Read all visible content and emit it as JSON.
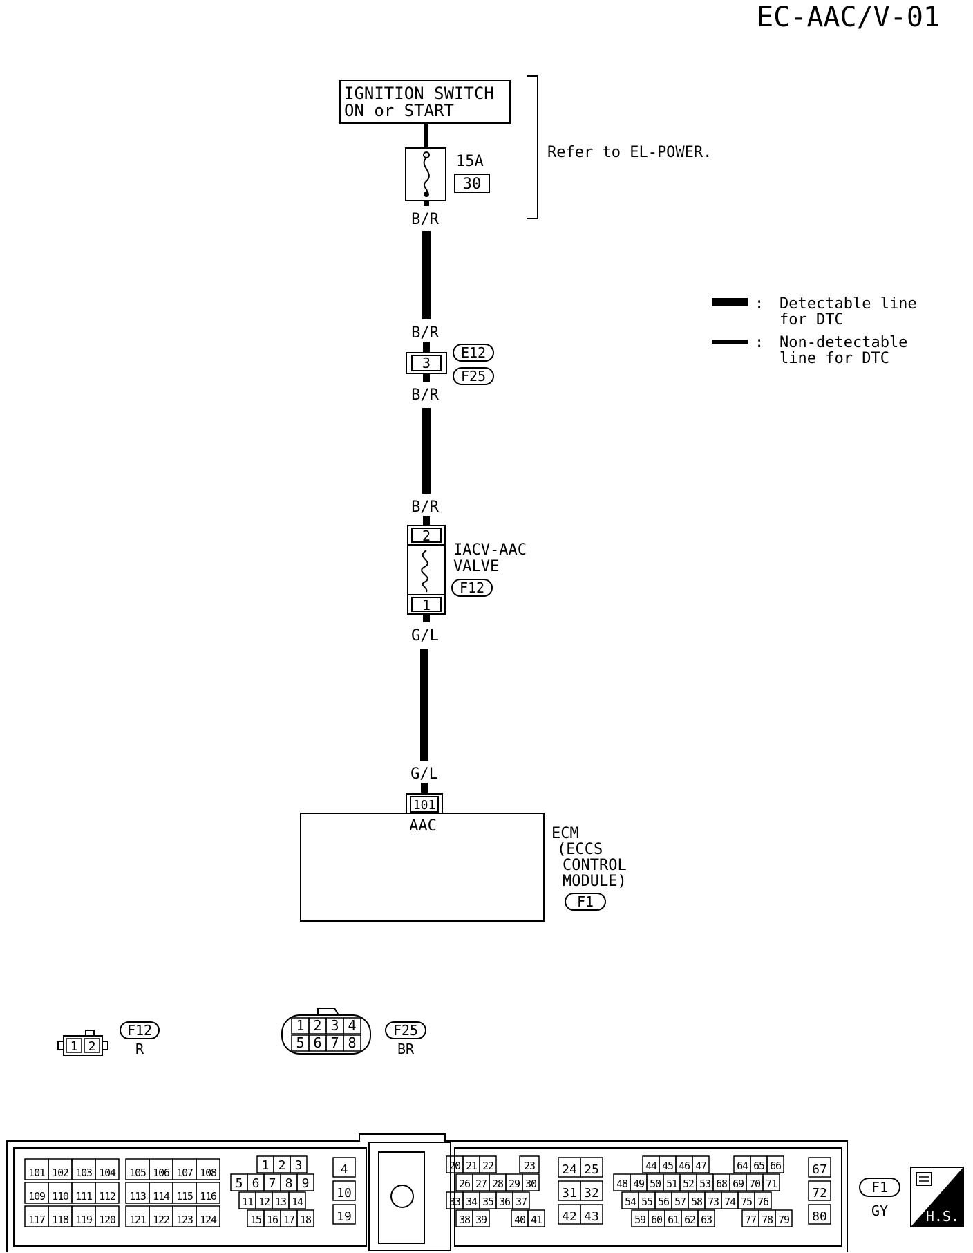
{
  "page_id": "EC-AAC/V-01",
  "ignition_switch": {
    "line1": "IGNITION SWITCH",
    "line2": "ON or START"
  },
  "fuse": {
    "rating": "15A",
    "number": "30"
  },
  "bracket_note": "Refer to EL-POWER.",
  "legend": {
    "detectable": {
      "line1": "Detectable line",
      "line2": "for DTC"
    },
    "non_detectable": {
      "line1": "Non-detectable",
      "line2": "line for DTC"
    },
    "colon": ":"
  },
  "wires": {
    "w1": "B/R",
    "w2": "B/R",
    "w3": "B/R",
    "w4": "B/R",
    "w5": "G/L",
    "w6": "G/L"
  },
  "joint_connector": {
    "pin": "3",
    "id_top": "E12",
    "id_bottom": "F25"
  },
  "iacv": {
    "line1": "IACV-AAC",
    "line2": "VALVE",
    "connector": "F12",
    "pin_top": "2",
    "pin_bottom": "1"
  },
  "ecm": {
    "pin": "101",
    "terminal": "AAC",
    "line1": "ECM",
    "line2": "(ECCS",
    "line3": "CONTROL",
    "line4": "MODULE)",
    "connector": "F1"
  },
  "connector_views": {
    "f12": {
      "id": "F12",
      "color": "R",
      "pins": [
        "1",
        "2"
      ]
    },
    "f25": {
      "id": "F25",
      "color": "BR",
      "pins_top": [
        "1",
        "2",
        "3",
        "4"
      ],
      "pins_bottom": [
        "5",
        "6",
        "7",
        "8"
      ]
    },
    "f1": {
      "id": "F1",
      "color": "GY"
    }
  },
  "ecm_connector": {
    "block_a": [
      [
        "101",
        "102",
        "103",
        "104"
      ],
      [
        "109",
        "110",
        "111",
        "112"
      ],
      [
        "117",
        "118",
        "119",
        "120"
      ]
    ],
    "block_b": [
      [
        "105",
        "106",
        "107",
        "108"
      ],
      [
        "113",
        "114",
        "115",
        "116"
      ],
      [
        "121",
        "122",
        "123",
        "124"
      ]
    ],
    "block_c": [
      [
        "1",
        "2",
        "3"
      ],
      [
        "5",
        "6",
        "7",
        "8",
        "9"
      ],
      [
        "11",
        "12",
        "13",
        "14"
      ],
      [
        "15",
        "16",
        "17",
        "18"
      ]
    ],
    "block_d": [
      "4",
      "10",
      "19"
    ],
    "block_e": [
      [
        "20",
        "21",
        "22"
      ],
      [
        "23"
      ],
      [
        "26",
        "27",
        "28",
        "29",
        "30"
      ],
      [
        "33",
        "34",
        "35",
        "36",
        "37"
      ],
      [
        "38",
        "39"
      ],
      [
        "40",
        "41"
      ]
    ],
    "block_f": [
      [
        "24",
        "25"
      ],
      [
        "31",
        "32"
      ],
      [
        "42",
        "43"
      ]
    ],
    "block_g": [
      [
        "44",
        "45",
        "46",
        "47"
      ],
      [
        "64",
        "65",
        "66"
      ],
      [
        "48",
        "49",
        "50",
        "51",
        "52",
        "53",
        "68",
        "69",
        "70",
        "71"
      ],
      [
        "54",
        "55",
        "56",
        "57",
        "58",
        "73",
        "74",
        "75",
        "76"
      ],
      [
        "59",
        "60",
        "61",
        "62",
        "63"
      ],
      [
        "77",
        "78",
        "79"
      ]
    ],
    "block_h": [
      "67",
      "72",
      "80"
    ]
  },
  "hs_label": "H.S."
}
